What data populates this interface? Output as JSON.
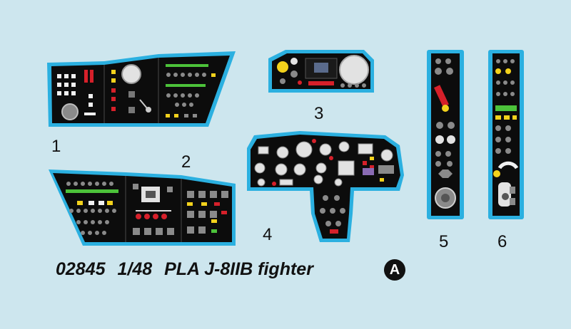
{
  "labels": {
    "part1": "1",
    "part2": "2",
    "part3": "3",
    "part4": "4",
    "part5": "5",
    "part6": "6"
  },
  "caption": {
    "code": "02845",
    "scale": "1/48",
    "title": "PLA J-8IIB fighter",
    "sheet": "A"
  },
  "colors": {
    "background": "#cde6ee",
    "outline": "#2bb0e0",
    "panel": "#0c0c0c",
    "gauge": "#e2e2e2",
    "green": "#4cc23a",
    "red": "#d6202a",
    "yellow": "#f3d21c"
  }
}
